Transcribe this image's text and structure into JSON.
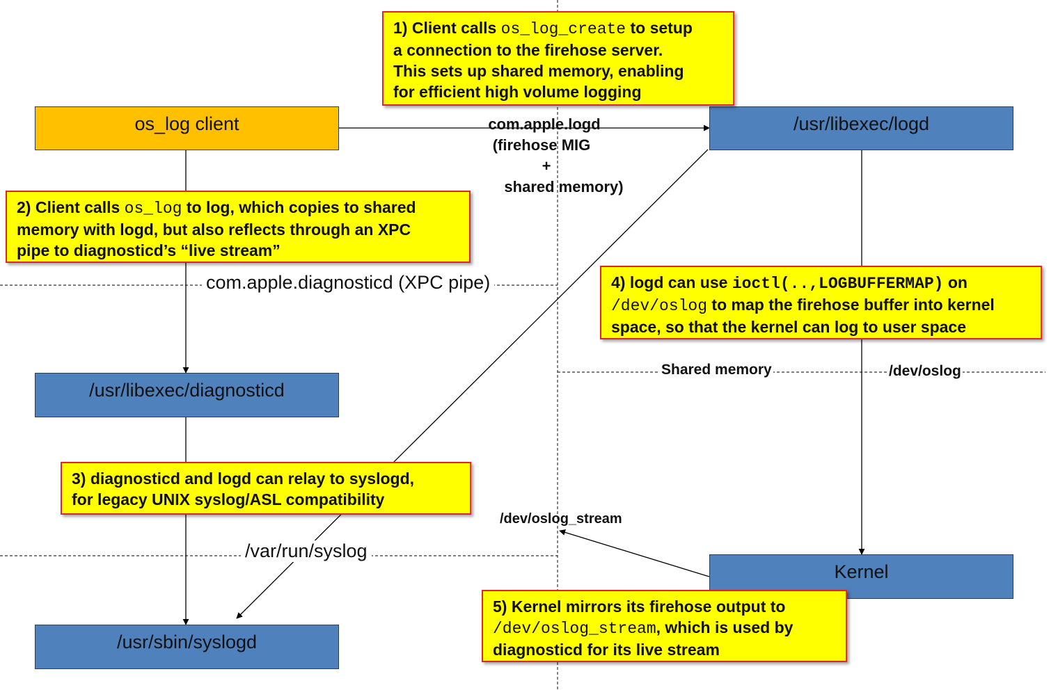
{
  "nodes": {
    "client": "os_log client",
    "logd": "/usr/libexec/logd",
    "diagnosticd": "/usr/libexec/diagnosticd",
    "syslogd": "/usr/sbin/syslogd",
    "kernel": "Kernel"
  },
  "notes": {
    "n1": {
      "l1_pre": "1) Client calls ",
      "l1_code": "os_log_create",
      "l1_post": " to setup",
      "l2": "a connection to the firehose server.",
      "l3": "This sets up shared memory, enabling",
      "l4": "for efficient high volume logging"
    },
    "n2": {
      "l1_pre": "2) Client calls ",
      "l1_code": "os_log",
      "l1_post": " to log, which copies to shared",
      "l2": "memory with logd, but also reflects through an XPC",
      "l3": "pipe to diagnosticd’s “live stream”"
    },
    "n3": {
      "l1": "3) diagnosticd and logd  can relay to syslogd,",
      "l2": "for legacy UNIX syslog/ASL compatibility"
    },
    "n4": {
      "l1_pre": "4) logd can use ",
      "l1_code": "ioctl(..,LOGBUFFERMAP)",
      "l1_post": " on",
      "l2_code": "/dev/oslog",
      "l2_post": " to map the firehose buffer into kernel",
      "l3": "space, so that the kernel can log to user space"
    },
    "n5": {
      "l1": "5) Kernel mirrors its firehose output to",
      "l2_code": "/dev/oslog_stream",
      "l2_post": ", which is used by",
      "l3": "diagnosticd for its live stream"
    }
  },
  "labels": {
    "mig_l1": "com.apple.logd",
    "mig_l2": "(firehose MIG",
    "mig_l3": "+",
    "mig_l4": "shared memory)",
    "xpc": "com.apple.diagnosticd (XPC pipe)",
    "var_run": "/var/run/syslog",
    "shared_mem": "Shared memory",
    "dev_oslog": "/dev/oslog",
    "dev_oslog_stream": "/dev/oslog_stream"
  },
  "colors": {
    "client_fill": "#ffc000",
    "process_fill": "#4f81bd",
    "note_fill": "#ffff00",
    "note_border": "#e0252b"
  }
}
